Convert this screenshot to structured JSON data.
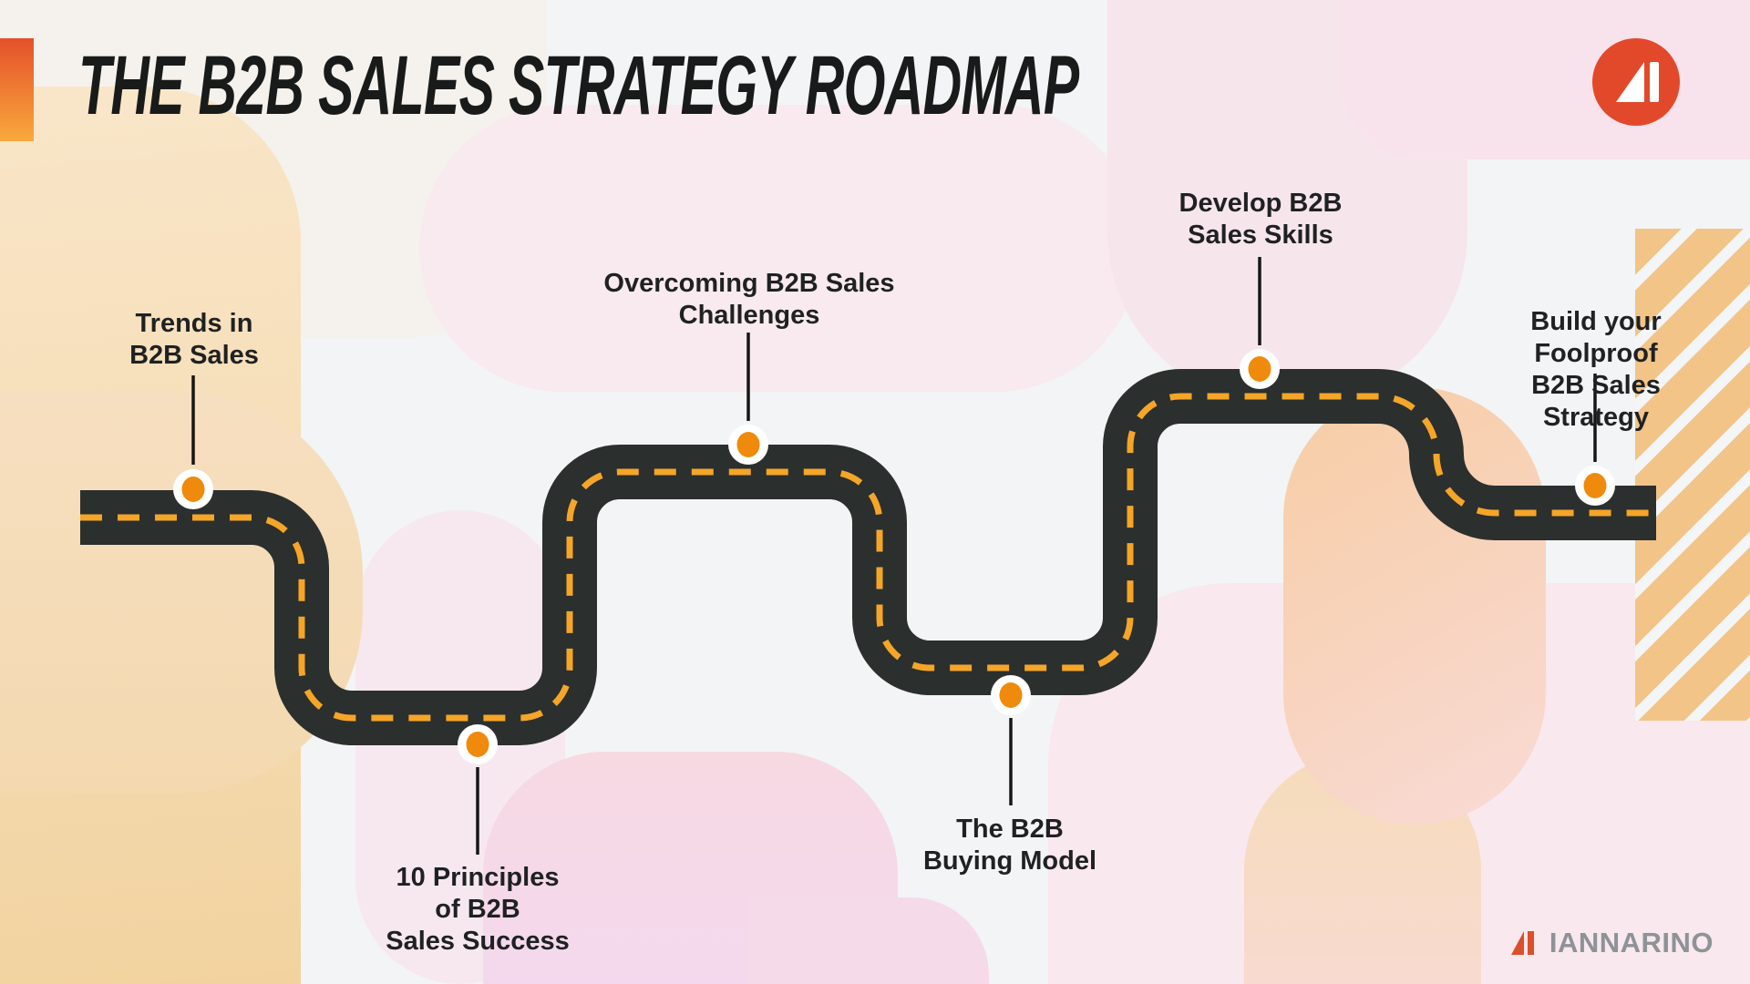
{
  "title": "THE B2B SALES STRATEGY ROADMAP",
  "milestones": [
    {
      "label": "Trends in\nB2B Sales"
    },
    {
      "label": "10 Principles\nof B2B\nSales Success"
    },
    {
      "label": "Overcoming B2B Sales\nChallenges"
    },
    {
      "label": "The B2B\nBuying Model"
    },
    {
      "label": "Develop B2B\nSales Skills"
    },
    {
      "label": "Build your Foolproof\nB2B Sales Strategy"
    }
  ],
  "brand": {
    "wordmark": "IANNARINO"
  },
  "colors": {
    "road": "#2B2F2E",
    "road_dash": "#F5A528",
    "marker_dot": "#EF8A0C",
    "marker_ring": "#FFFFFF",
    "accent_gradient_top": "#E4502A",
    "accent_gradient_bottom": "#F9A93C",
    "brand_red": "#E2492B",
    "brand_gray": "#8D9396",
    "stripe_tan": "#F2C488",
    "title_text": "#191B1B",
    "label_text": "#1F2122"
  }
}
